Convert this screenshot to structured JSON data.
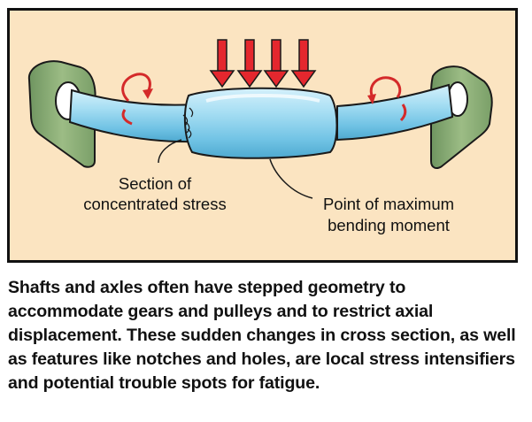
{
  "figure": {
    "labels": {
      "stress_line1": "Section of",
      "stress_line2": "concentrated stress",
      "moment_line1": "Point of maximum",
      "moment_line2": "bending moment"
    },
    "colors": {
      "background": "#fbe4c1",
      "shaft_fill": "#7ccbe9",
      "shaft_highlight": "#d4f0fb",
      "shaft_outline": "#1a1a1a",
      "bracket_fill": "#8aab74",
      "load_arrow": "#e4272e",
      "rotation_arrow": "#d42a2a"
    },
    "icons": [
      "load-arrow-icon",
      "rotation-arrow-icon",
      "support-bracket-icon"
    ]
  },
  "caption": {
    "text": "Shafts and axles often have stepped geometry to accommodate gears and pulleys and to restrict axial displacement. These sudden changes in cross section, as well as features like notches and holes, are local stress intensifiers and potential trouble spots for fatigue."
  }
}
